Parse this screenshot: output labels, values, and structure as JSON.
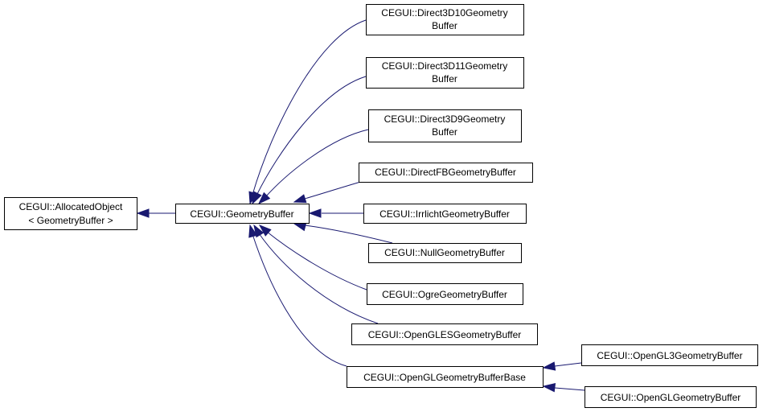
{
  "diagram": {
    "edge_color": "#191970",
    "nodes": {
      "allocated_object": [
        "CEGUI::AllocatedObject",
        "< GeometryBuffer >"
      ],
      "geometry_buffer": [
        "CEGUI::GeometryBuffer"
      ],
      "direct3d10": [
        "CEGUI::Direct3D10Geometry",
        "Buffer"
      ],
      "direct3d11": [
        "CEGUI::Direct3D11Geometry",
        "Buffer"
      ],
      "direct3d9": [
        "CEGUI::Direct3D9Geometry",
        "Buffer"
      ],
      "directfb": [
        "CEGUI::DirectFBGeometryBuffer"
      ],
      "irrlicht": [
        "CEGUI::IrrlichtGeometryBuffer"
      ],
      "null": [
        "CEGUI::NullGeometryBuffer"
      ],
      "ogre": [
        "CEGUI::OgreGeometryBuffer"
      ],
      "opengles": [
        "CEGUI::OpenGLESGeometryBuffer"
      ],
      "opengl_base": [
        "CEGUI::OpenGLGeometryBufferBase"
      ],
      "opengl3": [
        "CEGUI::OpenGL3GeometryBuffer"
      ],
      "opengl": [
        "CEGUI::OpenGLGeometryBuffer"
      ]
    },
    "edges": [
      {
        "from": "geometry_buffer",
        "to": "allocated_object"
      },
      {
        "from": "direct3d10",
        "to": "geometry_buffer"
      },
      {
        "from": "direct3d11",
        "to": "geometry_buffer"
      },
      {
        "from": "direct3d9",
        "to": "geometry_buffer"
      },
      {
        "from": "directfb",
        "to": "geometry_buffer"
      },
      {
        "from": "irrlicht",
        "to": "geometry_buffer"
      },
      {
        "from": "null",
        "to": "geometry_buffer"
      },
      {
        "from": "ogre",
        "to": "geometry_buffer"
      },
      {
        "from": "opengles",
        "to": "geometry_buffer"
      },
      {
        "from": "opengl_base",
        "to": "geometry_buffer"
      },
      {
        "from": "opengl3",
        "to": "opengl_base"
      },
      {
        "from": "opengl",
        "to": "opengl_base"
      }
    ]
  }
}
